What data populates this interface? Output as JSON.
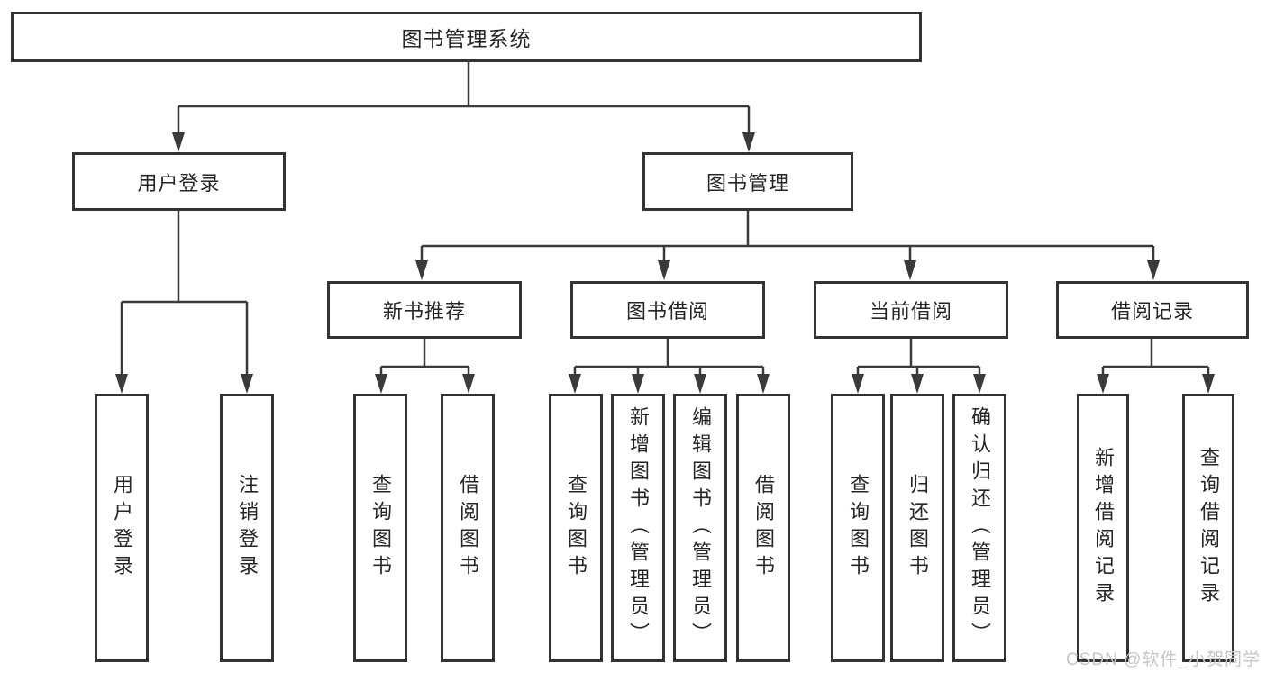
{
  "tree": {
    "root": {
      "label": "图书管理系统",
      "children": [
        {
          "label": "用户登录",
          "children": [
            {
              "label": "用户登录"
            },
            {
              "label": "注销登录"
            }
          ]
        },
        {
          "label": "图书管理",
          "children": [
            {
              "label": "新书推荐",
              "children": [
                {
                  "label": "查询图书"
                },
                {
                  "label": "借阅图书"
                }
              ]
            },
            {
              "label": "图书借阅",
              "children": [
                {
                  "label": "查询图书"
                },
                {
                  "label": "新增图书（管理员）"
                },
                {
                  "label": "编辑图书（管理员）"
                },
                {
                  "label": "借阅图书"
                }
              ]
            },
            {
              "label": "当前借阅",
              "children": [
                {
                  "label": "查询图书"
                },
                {
                  "label": "归还图书"
                },
                {
                  "label": "确认归还（管理员）"
                }
              ]
            },
            {
              "label": "借阅记录",
              "children": [
                {
                  "label": "新增借阅记录"
                },
                {
                  "label": "查询借阅记录"
                }
              ]
            }
          ]
        }
      ]
    }
  },
  "watermark": {
    "text": "CSDN @软件_小贺同学"
  },
  "colors": {
    "line": "#3a3a3a",
    "border": "#333333",
    "fill": "#ffffff",
    "text": "#262626",
    "watermark": "#c6c6c6"
  }
}
